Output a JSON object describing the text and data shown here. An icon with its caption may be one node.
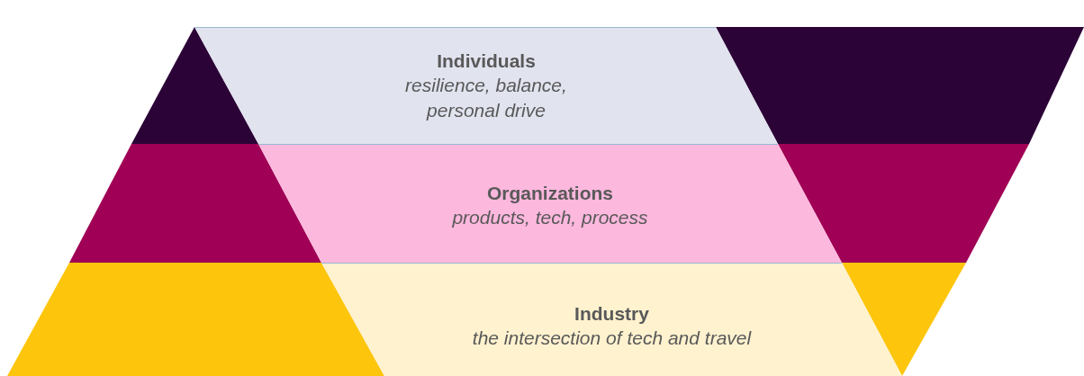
{
  "diagram": {
    "nodes": [
      {
        "text": [
          "Individuals",
          "resilience, balance, personal drive"
        ]
      },
      {
        "text": [
          "Organizations",
          "products, tech, process"
        ]
      },
      {
        "text": [
          "Industry",
          "the intersection of tech and travel"
        ]
      }
    ]
  }
}
